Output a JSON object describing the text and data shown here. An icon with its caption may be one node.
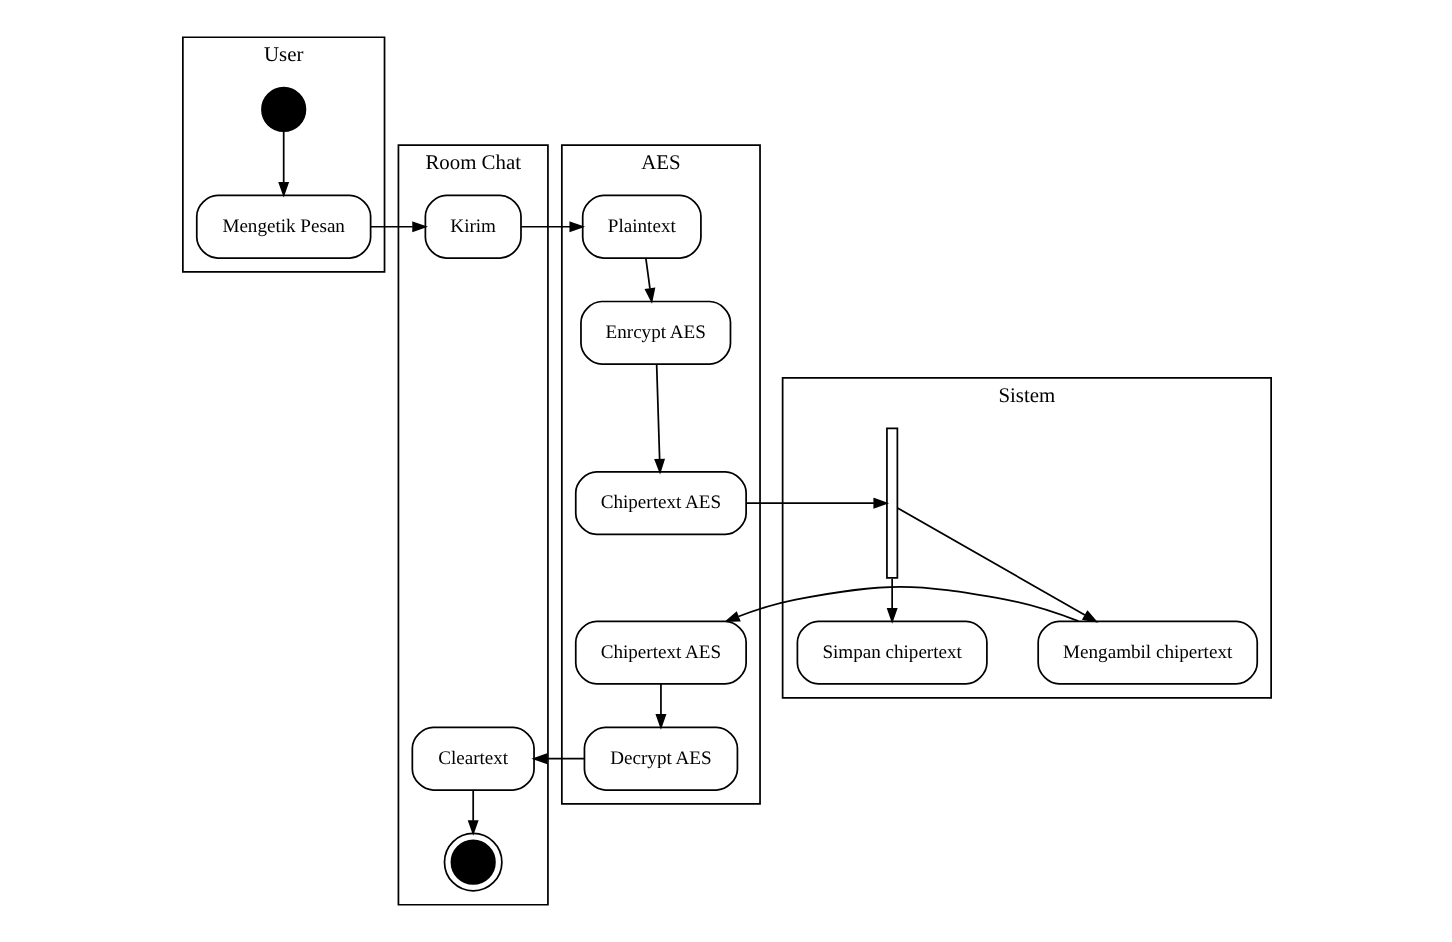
{
  "diagram": {
    "nodes": [
      {
        "text": [
          "User"
        ]
      },
      {
        "text": [
          "Room Chat"
        ]
      },
      {
        "text": [
          "AES"
        ]
      },
      {
        "text": [
          "Sistem"
        ]
      },
      {
        "text": [],
        "shape": "circle",
        "in": 0
      },
      {
        "text": [
          "Mengetik Pesan"
        ],
        "in": 0
      },
      {
        "text": [
          "Kirim"
        ],
        "in": 1
      },
      {
        "text": [
          "Plaintext"
        ],
        "in": 2
      },
      {
        "text": [
          "Enrcypt AES"
        ],
        "in": 2
      },
      {
        "text": [
          "Chipertext AES"
        ],
        "in": 2
      },
      {
        "text": [],
        "shape": "bar",
        "in": 3
      },
      {
        "text": [
          "Simpan chipertext"
        ],
        "in": 3
      },
      {
        "text": [
          "Mengambil chipertext"
        ],
        "in": 3
      },
      {
        "text": [
          "Chipertext AES"
        ],
        "in": 2
      },
      {
        "text": [
          "Decrypt AES"
        ],
        "in": 2
      },
      {
        "text": [
          "Cleartext"
        ],
        "in": 1
      },
      {
        "text": [],
        "shape": "circle",
        "in": 1
      }
    ],
    "edges": [
      {
        "from": 4,
        "to": 5,
        "arrow": "to"
      },
      {
        "from": 5,
        "to": 6,
        "arrow": "to"
      },
      {
        "from": 6,
        "to": 7,
        "arrow": "to"
      },
      {
        "from": 7,
        "to": 8,
        "arrow": "to"
      },
      {
        "from": 8,
        "to": 9,
        "arrow": "to"
      },
      {
        "from": 9,
        "to": 10,
        "arrow": "to"
      },
      {
        "from": 10,
        "to": 11,
        "arrow": "to"
      },
      {
        "from": 10,
        "to": 12,
        "arrow": "to"
      },
      {
        "from": 12,
        "to": 13,
        "arrow": "to"
      },
      {
        "from": 13,
        "to": 14,
        "arrow": "to"
      },
      {
        "from": 14,
        "to": 15,
        "arrow": "to"
      },
      {
        "from": 15,
        "to": 16,
        "arrow": "to"
      }
    ]
  }
}
